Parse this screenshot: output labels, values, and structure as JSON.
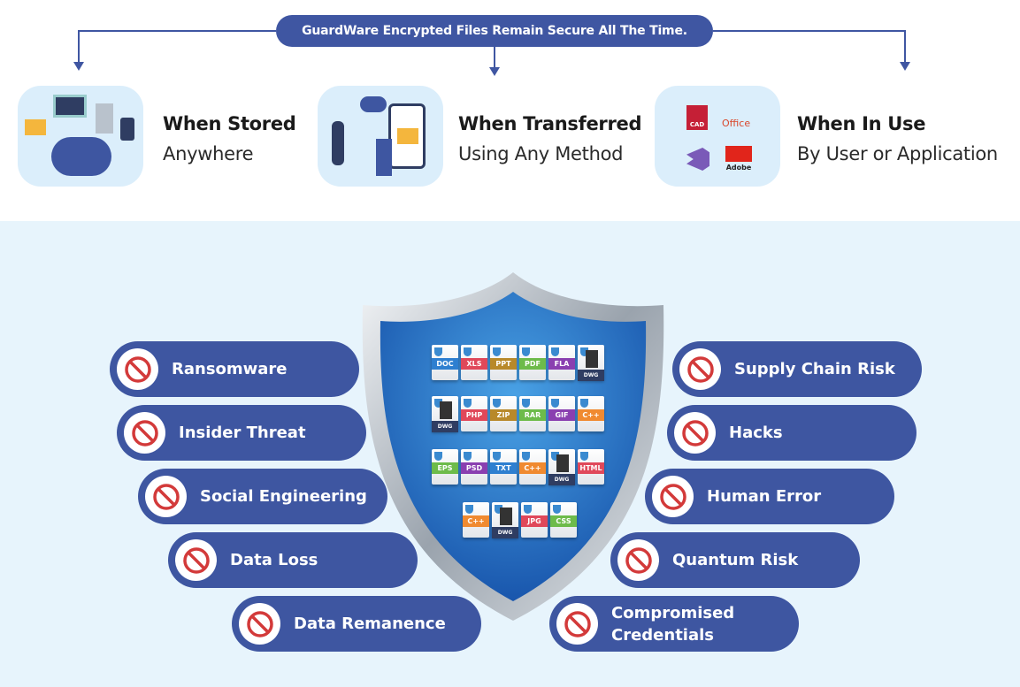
{
  "banner": "GuardWare Encrypted Files Remain Secure All The Time.",
  "cards": [
    {
      "title": "When Stored",
      "subtitle": "Anywhere",
      "icon": "storage-network-illustration"
    },
    {
      "title": "When Transferred",
      "subtitle": "Using Any Method",
      "icon": "file-transfer-illustration"
    },
    {
      "title": "When In Use",
      "subtitle": "By User or Application",
      "icon": "application-logos"
    }
  ],
  "app_logos": [
    "CAD",
    "Office",
    "Adobe"
  ],
  "threats_left": [
    "Ransomware",
    "Insider Threat",
    "Social Engineering",
    "Data Loss",
    "Data Remanence"
  ],
  "threats_right": [
    "Supply Chain Risk",
    "Hacks",
    "Human Error",
    "Quantum Risk",
    "Compromised Credentials"
  ],
  "files": [
    [
      {
        "t": "DOC",
        "c": "#2e7fd0"
      },
      {
        "t": "XLS",
        "c": "#e0485a"
      },
      {
        "t": "PPT",
        "c": "#b8892a"
      },
      {
        "t": "PDF",
        "c": "#6dbb4a"
      },
      {
        "t": "FLA",
        "c": "#8a3fb0"
      },
      {
        "t": "DWG",
        "c": "dwg"
      }
    ],
    [
      {
        "t": "DWG",
        "c": "dwg"
      },
      {
        "t": "PHP",
        "c": "#e0485a"
      },
      {
        "t": "ZIP",
        "c": "#b8892a"
      },
      {
        "t": "RAR",
        "c": "#6dbb4a"
      },
      {
        "t": "GIF",
        "c": "#8a3fb0"
      },
      {
        "t": "C++",
        "c": "#f08a30"
      }
    ],
    [
      {
        "t": "EPS",
        "c": "#6dbb4a"
      },
      {
        "t": "PSD",
        "c": "#8a3fb0"
      },
      {
        "t": "TXT",
        "c": "#2e7fd0"
      },
      {
        "t": "C++",
        "c": "#f08a30"
      },
      {
        "t": "DWG",
        "c": "dwg"
      },
      {
        "t": "HTML",
        "c": "#e0485a"
      }
    ],
    [
      {
        "t": "C++",
        "c": "#f08a30"
      },
      {
        "t": "DWG",
        "c": "dwg"
      },
      {
        "t": "JPG",
        "c": "#e0485a"
      },
      {
        "t": "CSS",
        "c": "#6dbb4a"
      }
    ]
  ]
}
